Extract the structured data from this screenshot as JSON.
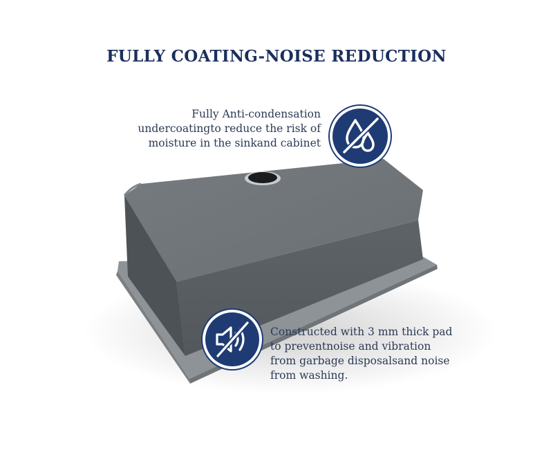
{
  "title": "FULLY COATING-NOISE REDUCTION",
  "features": [
    {
      "lines": [
        "Fully Anti-condensation",
        "undercoatingto reduce the risk of",
        "moisture in the sinkand cabinet"
      ],
      "icon": "water-drops-slashed-icon"
    },
    {
      "lines": [
        "Constructed with 3 mm thick pad",
        "to preventnoise and vibration",
        "from garbage disposalsand noise",
        "from washing."
      ],
      "icon": "sound-muted-slashed-icon"
    }
  ],
  "colors": {
    "title": "#1a2f5e",
    "text": "#2b3a55",
    "badge": "#1f3b73",
    "sink": "#5d6266"
  }
}
